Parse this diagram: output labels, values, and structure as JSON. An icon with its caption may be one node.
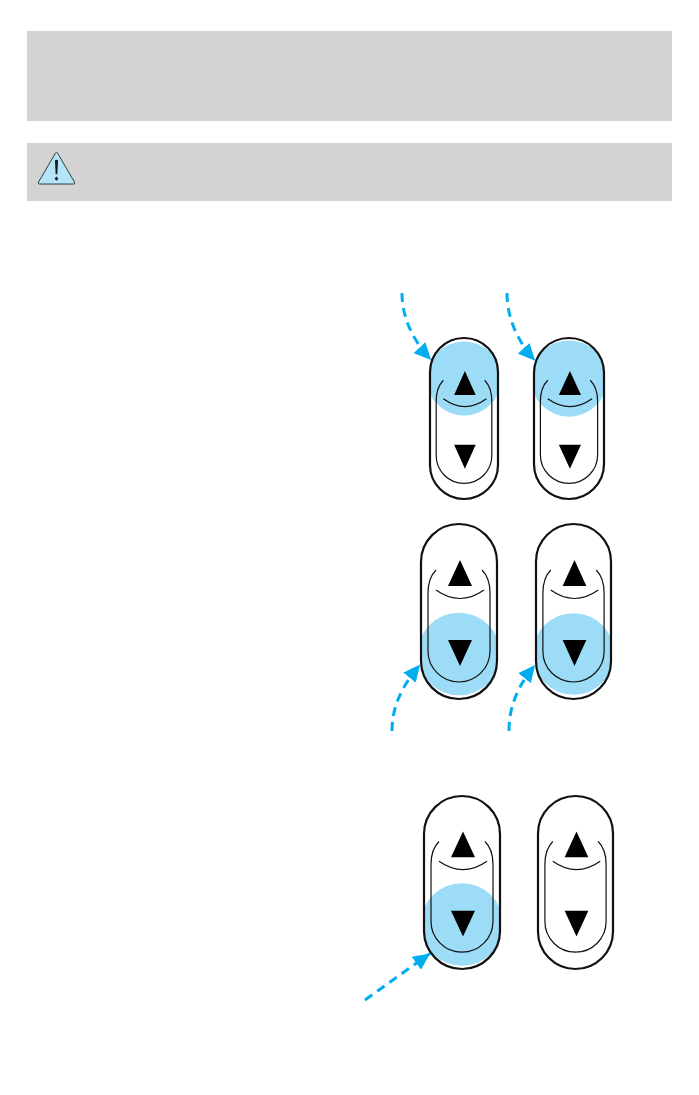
{
  "diagram": {
    "nodes": [
      {
        "text": [],
        "shape": "picture"
      },
      {
        "text": [],
        "shape": "picture"
      },
      {
        "text": [],
        "shape": "picture"
      },
      {
        "text": [],
        "shape": "picture"
      },
      {
        "text": [],
        "shape": "picture"
      },
      {
        "text": [],
        "shape": "picture"
      }
    ],
    "edges": [
      {
        "from": null,
        "to": 0,
        "arrow": "to",
        "style": "dashed"
      },
      {
        "from": null,
        "to": 1,
        "arrow": "to",
        "style": "dashed"
      },
      {
        "from": null,
        "to": 2,
        "arrow": "to",
        "style": "dashed"
      },
      {
        "from": null,
        "to": 3,
        "arrow": "to",
        "style": "dashed"
      },
      {
        "from": null,
        "to": 4,
        "arrow": "to",
        "style": "dashed"
      }
    ]
  }
}
